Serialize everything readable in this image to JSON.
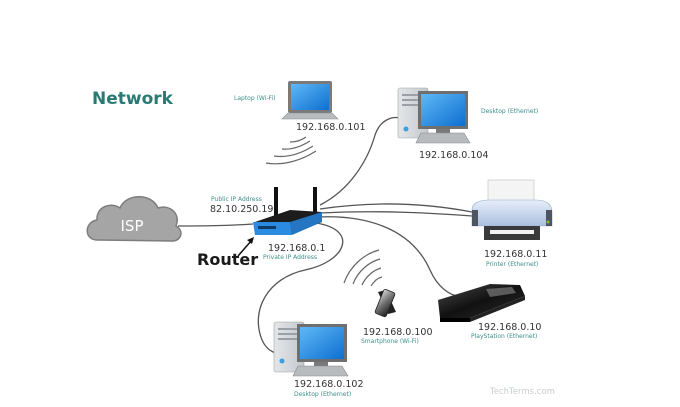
{
  "diagram": {
    "title": "Network",
    "watermark": "TechTerms.com",
    "colors": {
      "title": "#2a7a74",
      "caption": "#3b8f8a",
      "cable": "#555555",
      "cloud": "#a5a5a5",
      "router_blue": "#2b8be0",
      "screen_blue": "#1e88e5"
    },
    "isp": {
      "label": "ISP",
      "icon": "cloud-icon"
    },
    "router": {
      "label": "Router",
      "public_caption": "Public IP Address",
      "public_ip": "82.10.250.19",
      "private_ip": "192.168.0.1",
      "private_caption": "Private IP Address",
      "icon": "router-icon"
    },
    "devices": [
      {
        "id": "laptop",
        "ip": "192.168.0.101",
        "caption": "Laptop (Wi-Fi)",
        "connection": "wifi",
        "icon": "laptop-icon"
      },
      {
        "id": "desktop-top",
        "ip": "192.168.0.104",
        "caption": "Desktop (Ethernet)",
        "connection": "ethernet",
        "icon": "desktop-icon"
      },
      {
        "id": "printer",
        "ip": "192.168.0.11",
        "caption": "Printer (Ethernet)",
        "connection": "ethernet",
        "icon": "printer-icon"
      },
      {
        "id": "playstation",
        "ip": "192.168.0.10",
        "caption": "PlayStation (Ethernet)",
        "connection": "ethernet",
        "icon": "game-console-icon"
      },
      {
        "id": "smartphone",
        "ip": "192.168.0.100",
        "caption": "Smartphone (Wi-Fi)",
        "connection": "wifi",
        "icon": "smartphone-icon"
      },
      {
        "id": "desktop-bottom",
        "ip": "192.168.0.102",
        "caption": "Desktop (Ethernet)",
        "connection": "ethernet",
        "icon": "desktop-icon"
      }
    ]
  }
}
